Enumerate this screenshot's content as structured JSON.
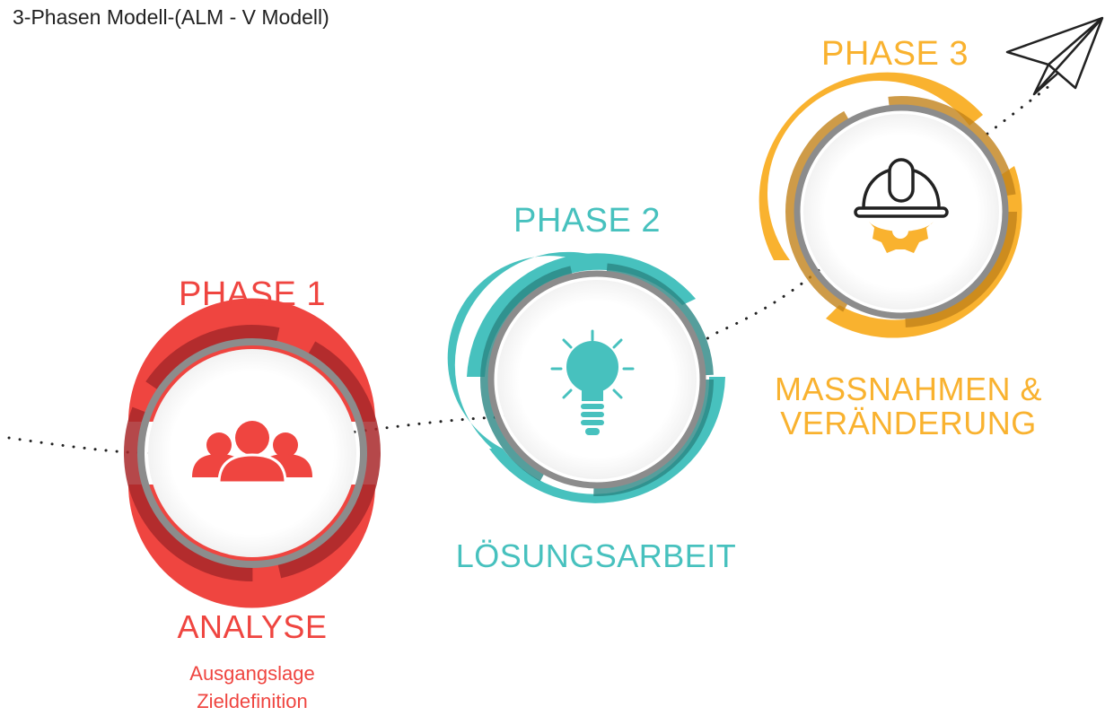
{
  "title": "3-Phasen Modell-(ALM - V Modell)",
  "colors": {
    "phase1": "#EF4540",
    "phase1_dark": "#A8282A",
    "phase2": "#47C1BE",
    "phase2_dark": "#2B8683",
    "phase3": "#F9B22F",
    "phase3_dark": "#C2821A",
    "ring_gray": "#8C8C8C",
    "path_dots": "#222222"
  },
  "phases": [
    {
      "phase_label": "PHASE 1",
      "stage_name": "ANALYSE",
      "details": [
        "Ausgangslage",
        "Zieldefinition"
      ],
      "icon": "group-people-icon"
    },
    {
      "phase_label": "PHASE 2",
      "stage_name": "LÖSUNGSARBEIT",
      "details": [],
      "icon": "light-bulb-icon"
    },
    {
      "phase_label": "PHASE 3",
      "stage_name_lines": [
        "MASSNAHMEN &",
        "VERÄNDERUNG"
      ],
      "details": [],
      "icon": "hard-hat-gear-icon"
    }
  ],
  "decorations": [
    "dotted-path",
    "paper-plane-icon"
  ]
}
